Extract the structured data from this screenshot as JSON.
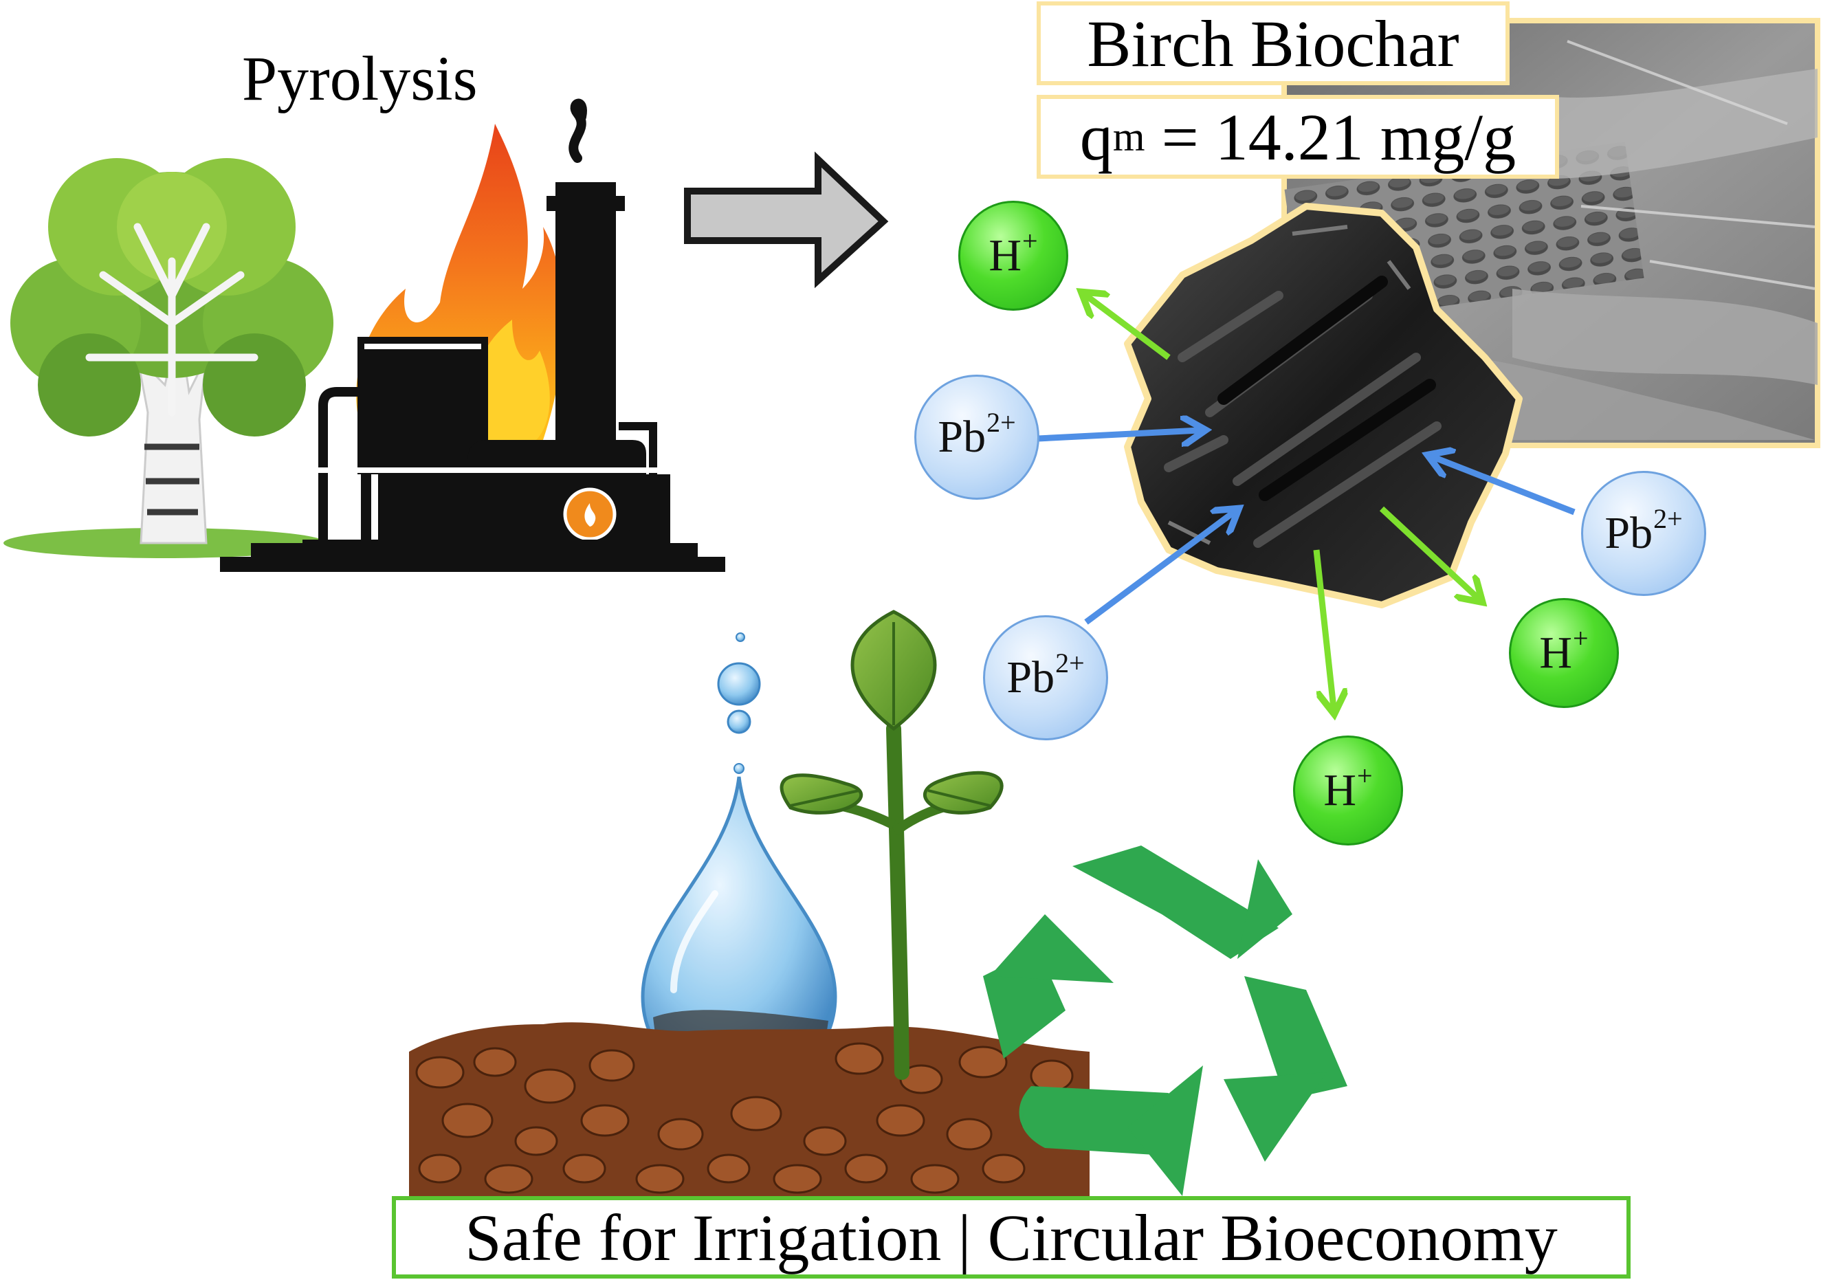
{
  "header": {
    "process_label": "Pyrolysis",
    "material_label": "Birch Biochar",
    "capacity": {
      "symbol": "q",
      "subscript": "m",
      "relation": "= 14.21 mg/g"
    }
  },
  "ions": {
    "hydrogen": {
      "symbol": "H",
      "charge": "+"
    },
    "lead": {
      "symbol": "Pb",
      "charge": "2+"
    }
  },
  "footer": {
    "label": "Safe for Irrigation | Circular Bioeconomy"
  },
  "colors": {
    "release_arrow": "#7ee02e",
    "adsorption_arrow": "#4f8fe6",
    "recycle_green": "#2fa84f",
    "flame_orange": "#f08a1c",
    "frame_yellow": "#fbe4a0",
    "footer_border": "#59c430"
  },
  "icons": [
    "birch-tree-icon",
    "pyrolysis-factory-icon",
    "process-arrow-icon",
    "sem-micrograph",
    "biochar-particle",
    "water-drop-icon",
    "seedling-icon",
    "soil-icon",
    "recycle-icon"
  ]
}
